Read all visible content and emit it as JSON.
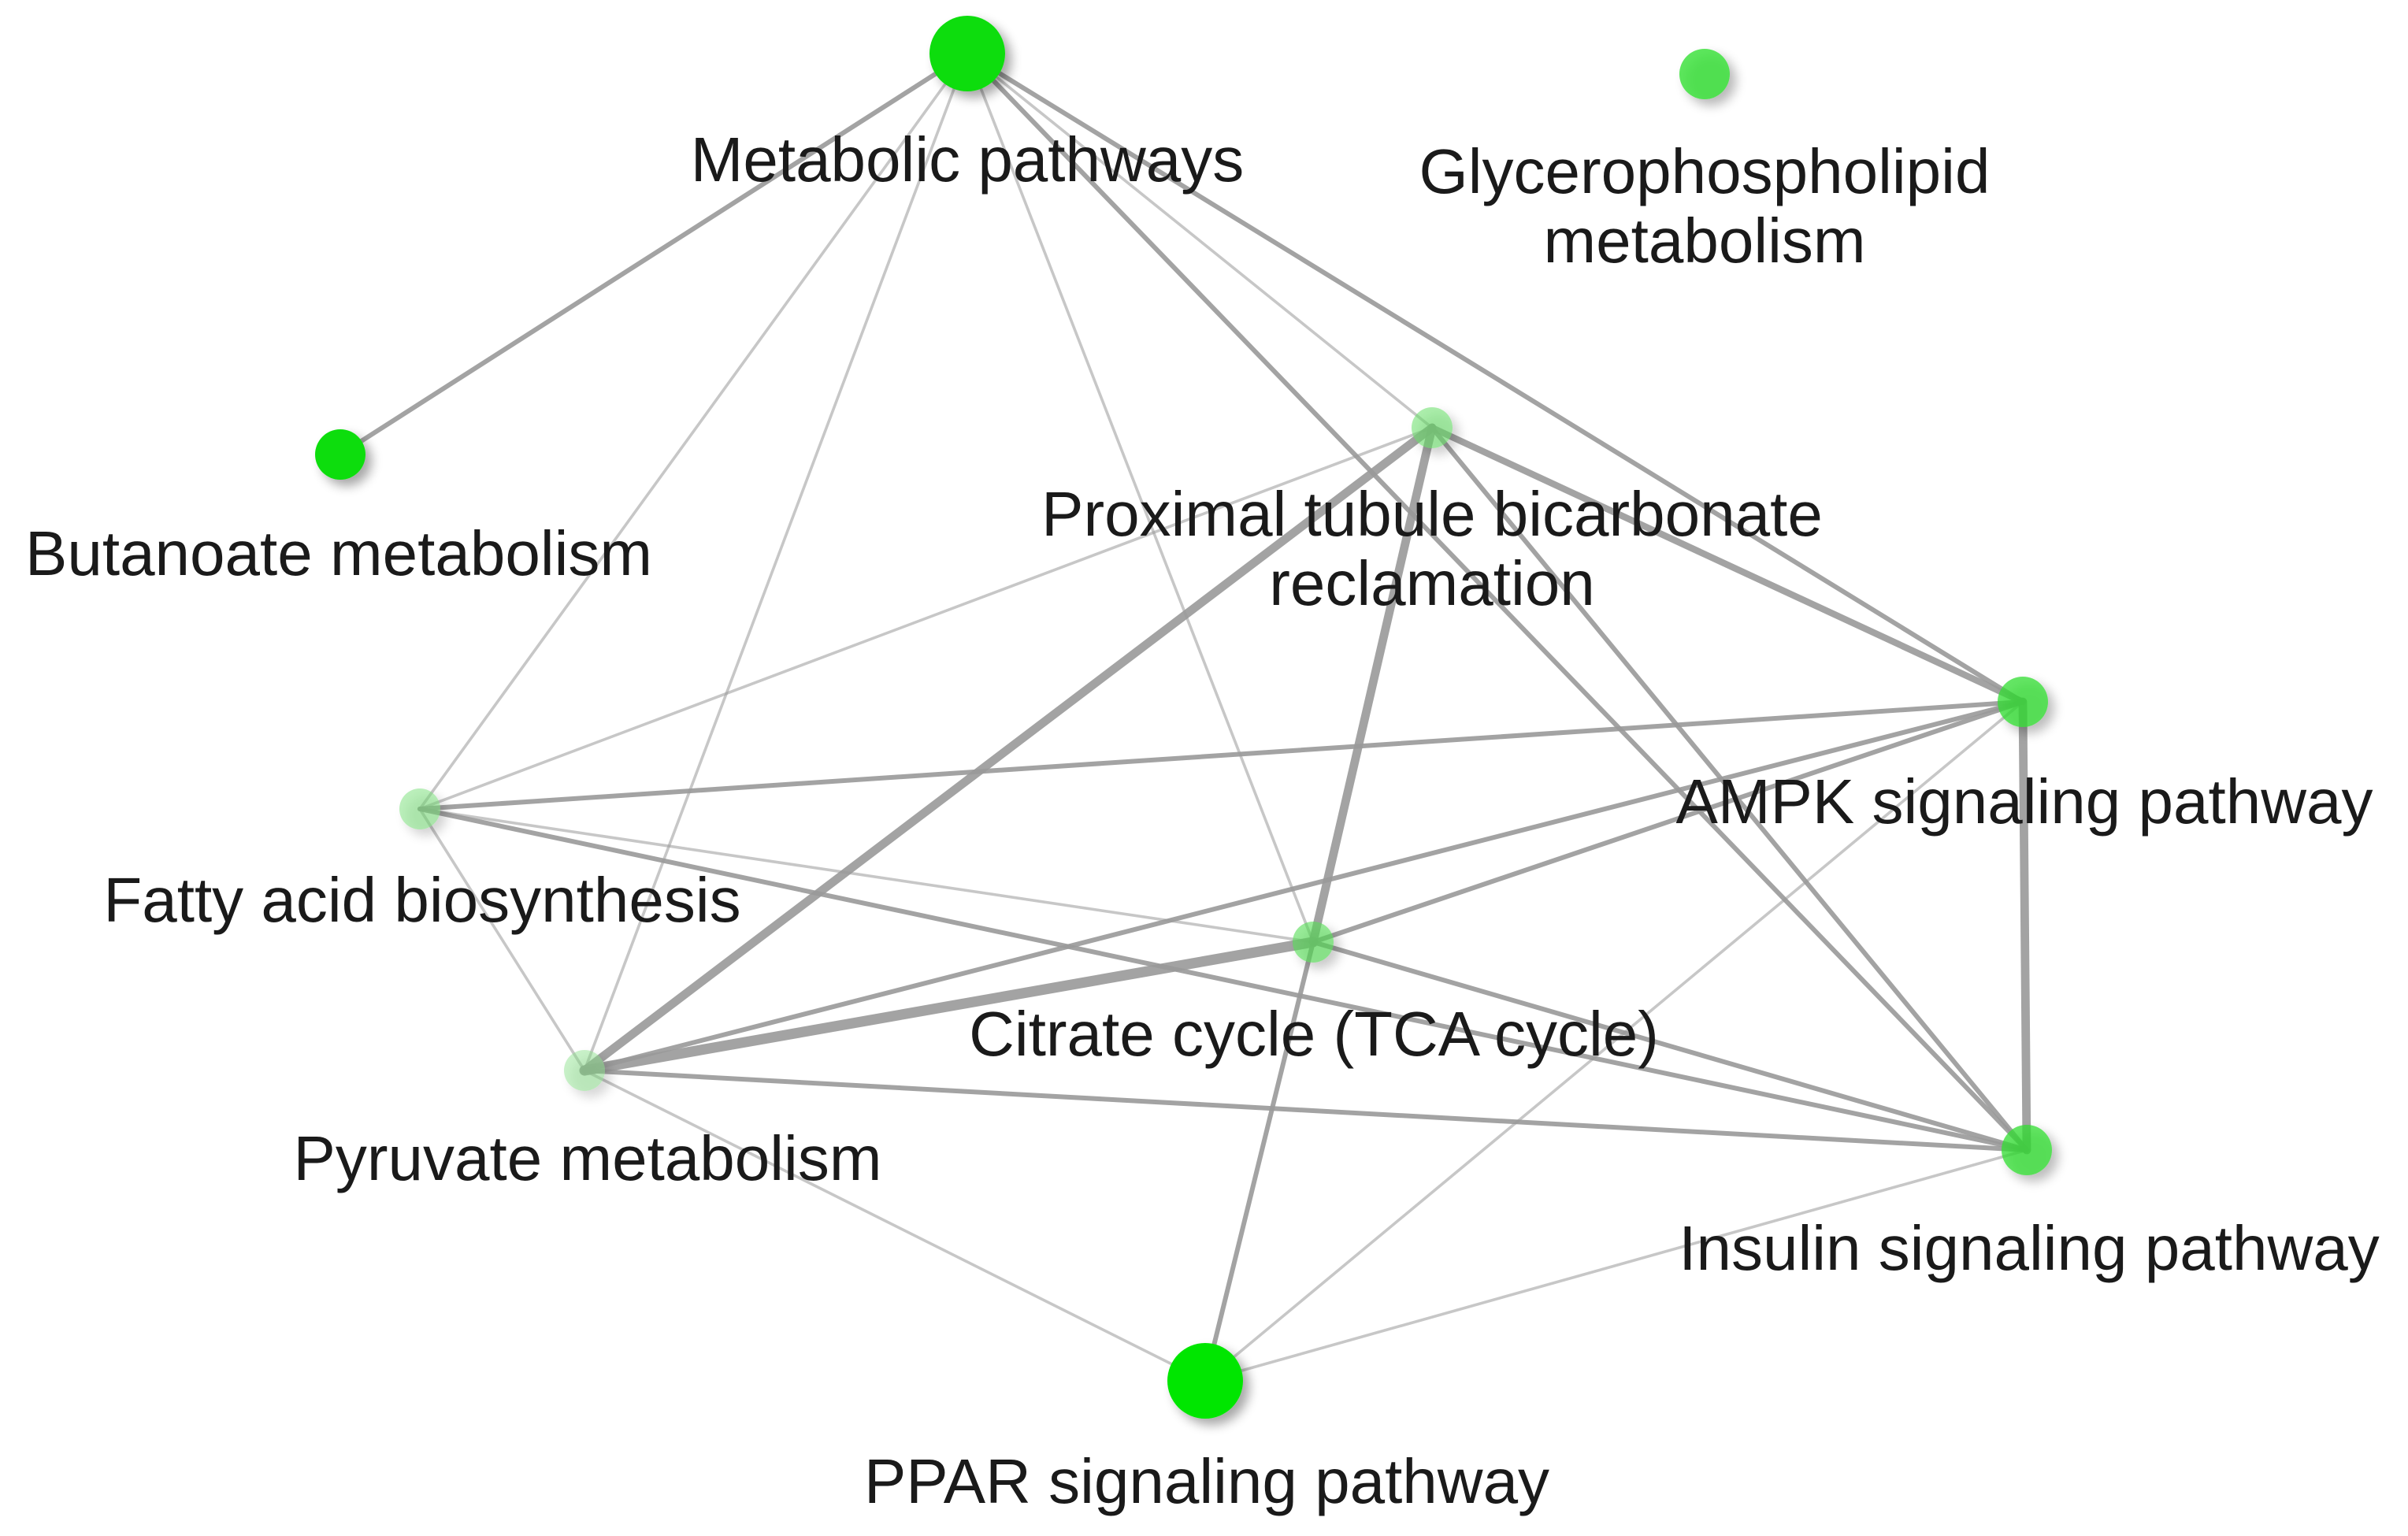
{
  "nodes": [
    {
      "id": "metabolic",
      "label_lines": [
        "Metabolic pathways"
      ],
      "color": "#11dd11",
      "opacity": 1.0,
      "size": "large"
    },
    {
      "id": "glycero",
      "label_lines": [
        "Glycerophospholipid",
        "metabolism"
      ],
      "color": "#33e033",
      "opacity": 0.8,
      "size": "medium"
    },
    {
      "id": "butanoate",
      "label_lines": [
        "Butanoate metabolism"
      ],
      "color": "#11dd11",
      "opacity": 1.0,
      "size": "medium"
    },
    {
      "id": "proximal",
      "label_lines": [
        "Proximal tubule bicarbonate",
        "reclamation"
      ],
      "color": "#66e066",
      "opacity": 0.55,
      "size": "small"
    },
    {
      "id": "ampk",
      "label_lines": [
        "AMPK signaling pathway"
      ],
      "color": "#33dd33",
      "opacity": 0.75,
      "size": "medium"
    },
    {
      "id": "fatty",
      "label_lines": [
        "Fatty acid biosynthesis"
      ],
      "color": "#77e077",
      "opacity": 0.5,
      "size": "small"
    },
    {
      "id": "citrate",
      "label_lines": [
        "Citrate cycle (TCA cycle)"
      ],
      "color": "#55dd55",
      "opacity": 0.6,
      "size": "small"
    },
    {
      "id": "pyruvate",
      "label_lines": [
        "Pyruvate metabolism"
      ],
      "color": "#88e088",
      "opacity": 0.45,
      "size": "small"
    },
    {
      "id": "insulin",
      "label_lines": [
        "Insulin signaling pathway"
      ],
      "color": "#33dd33",
      "opacity": 0.75,
      "size": "medium"
    },
    {
      "id": "ppar",
      "label_lines": [
        "PPAR signaling pathway"
      ],
      "color": "#00e600",
      "opacity": 1.0,
      "size": "large"
    }
  ],
  "edges": [
    {
      "source": "metabolic",
      "target": "butanoate",
      "weight": 2
    },
    {
      "source": "metabolic",
      "target": "fatty",
      "weight": 1
    },
    {
      "source": "metabolic",
      "target": "pyruvate",
      "weight": 1
    },
    {
      "source": "metabolic",
      "target": "citrate",
      "weight": 1
    },
    {
      "source": "metabolic",
      "target": "proximal",
      "weight": 1
    },
    {
      "source": "metabolic",
      "target": "insulin",
      "weight": 2
    },
    {
      "source": "metabolic",
      "target": "ampk",
      "weight": 2
    },
    {
      "source": "proximal",
      "target": "fatty",
      "weight": 1
    },
    {
      "source": "proximal",
      "target": "pyruvate",
      "weight": 4
    },
    {
      "source": "proximal",
      "target": "citrate",
      "weight": 4
    },
    {
      "source": "proximal",
      "target": "ampk",
      "weight": 3
    },
    {
      "source": "proximal",
      "target": "insulin",
      "weight": 2
    },
    {
      "source": "fatty",
      "target": "ampk",
      "weight": 2
    },
    {
      "source": "fatty",
      "target": "citrate",
      "weight": 1
    },
    {
      "source": "fatty",
      "target": "insulin",
      "weight": 2
    },
    {
      "source": "fatty",
      "target": "pyruvate",
      "weight": 1
    },
    {
      "source": "pyruvate",
      "target": "citrate",
      "weight": 5
    },
    {
      "source": "pyruvate",
      "target": "ampk",
      "weight": 2
    },
    {
      "source": "pyruvate",
      "target": "insulin",
      "weight": 2
    },
    {
      "source": "pyruvate",
      "target": "ppar",
      "weight": 1
    },
    {
      "source": "citrate",
      "target": "ampk",
      "weight": 2
    },
    {
      "source": "citrate",
      "target": "insulin",
      "weight": 2
    },
    {
      "source": "citrate",
      "target": "ppar",
      "weight": 2
    },
    {
      "source": "ampk",
      "target": "insulin",
      "weight": 4
    },
    {
      "source": "ampk",
      "target": "ppar",
      "weight": 1
    },
    {
      "source": "insulin",
      "target": "ppar",
      "weight": 1
    }
  ],
  "edge_color": "#999999"
}
